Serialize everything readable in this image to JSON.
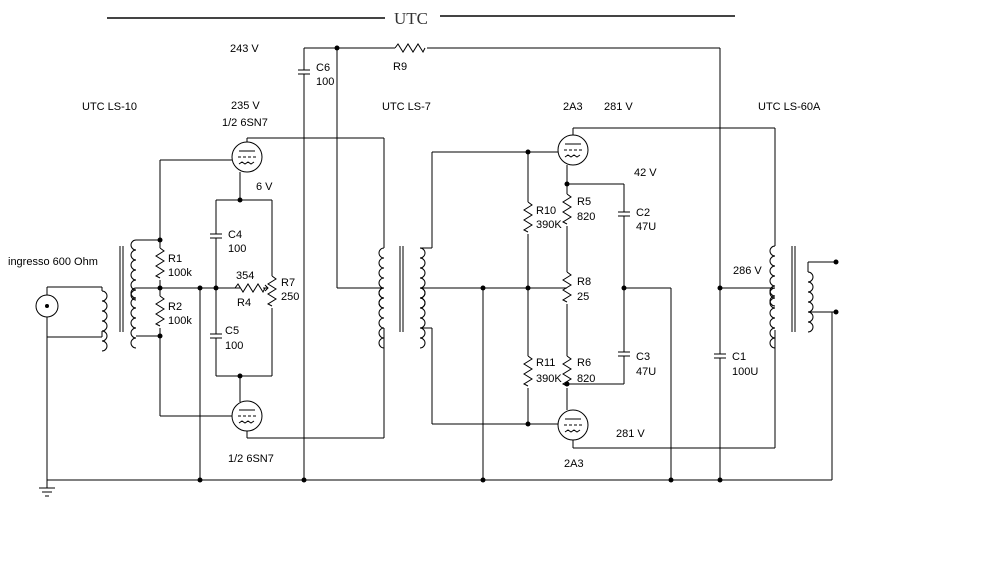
{
  "header": {
    "logo_text": "UTC"
  },
  "labels": {
    "utc_ls10": "UTC LS-10",
    "utc_ls7": "UTC LS-7",
    "utc_ls60a": "UTC LS-60A",
    "input": "ingresso 600 Ohm",
    "v243": "243 V",
    "v235": "235 V",
    "tube_top": "1/2 6SN7",
    "tube_bottom": "1/2 6SN7",
    "v6": "6 V",
    "v281_top": "281 V",
    "v281_bottom": "281 V",
    "v42": "42 V",
    "v286": "286 V",
    "tube_2a3_top": "2A3",
    "tube_2a3_bottom": "2A3"
  },
  "components": {
    "C6": {
      "ref": "C6",
      "value": "100"
    },
    "R9": {
      "ref": "R9",
      "value": ""
    },
    "R1": {
      "ref": "R1",
      "value": "100k"
    },
    "R2": {
      "ref": "R2",
      "value": "100k"
    },
    "C4": {
      "ref": "C4",
      "value": "100"
    },
    "C5": {
      "ref": "C5",
      "value": "100"
    },
    "R4": {
      "ref": "R4",
      "value": "354"
    },
    "R7": {
      "ref": "R7",
      "value": "250"
    },
    "R10": {
      "ref": "R10",
      "value": "390K"
    },
    "R11": {
      "ref": "R11",
      "value": "390K"
    },
    "R5": {
      "ref": "R5",
      "value": "820"
    },
    "R6": {
      "ref": "R6",
      "value": "820"
    },
    "R8": {
      "ref": "R8",
      "value": "25"
    },
    "C2": {
      "ref": "C2",
      "value": "47U"
    },
    "C3": {
      "ref": "C3",
      "value": "47U"
    },
    "C1": {
      "ref": "C1",
      "value": "100U"
    }
  }
}
